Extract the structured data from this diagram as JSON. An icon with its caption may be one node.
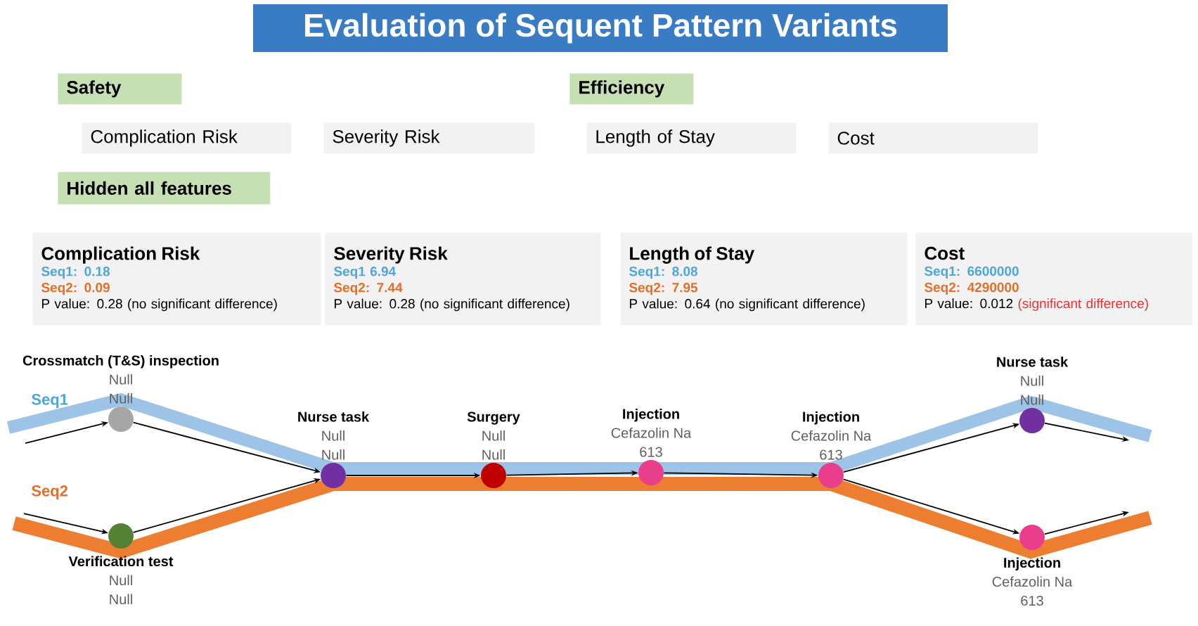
{
  "diagram": {
    "title": "Evaluation of Sequent Pattern Variants",
    "nodes": [
      {
        "text": [
          "Safety"
        ]
      },
      {
        "text": [
          "Efficiency"
        ]
      },
      {
        "text": [
          "Complication Risk"
        ]
      },
      {
        "text": [
          "Severity Risk"
        ]
      },
      {
        "text": [
          "Length of Stay"
        ]
      },
      {
        "text": [
          "Cost"
        ]
      },
      {
        "text": [
          "Hidden all features"
        ]
      },
      {
        "text": [
          "Complication Risk",
          "Seq1: 0.18",
          "Seq2: 0.09",
          "P value: 0.28",
          "(no significant difference)"
        ]
      },
      {
        "text": [
          "Severity Risk",
          "Seq1 6.94",
          "Seq2: 7.44",
          "P value: 0.28",
          "(no significant difference)"
        ]
      },
      {
        "text": [
          "Length of Stay",
          "Seq1: 8.08",
          "Seq2: 7.95",
          "P value: 0.64",
          "(no significant difference)"
        ]
      },
      {
        "text": [
          "Cost",
          "Seq1: 6600000",
          "Seq2: 4290000",
          "P value: 0.012",
          "(significant difference)"
        ]
      },
      {
        "text": [],
        "shape": "circle",
        "beside": [
          "Crossmatch (T&S) inspection",
          "Null",
          "Null"
        ]
      },
      {
        "text": [],
        "shape": "circle",
        "beside": [
          "Verification test",
          "Null",
          "Null"
        ]
      },
      {
        "text": [],
        "shape": "circle",
        "beside": [
          "Nurse task",
          "Null",
          "Null"
        ]
      },
      {
        "text": [],
        "shape": "circle",
        "beside": [
          "Surgery",
          "Null",
          "Null"
        ]
      },
      {
        "text": [],
        "shape": "circle",
        "beside": [
          "Injection",
          "Cefazolin Na",
          "613"
        ]
      },
      {
        "text": [],
        "shape": "circle",
        "beside": [
          "Injection",
          "Cefazolin Na",
          "613"
        ]
      },
      {
        "text": [],
        "shape": "circle",
        "beside": [
          "Nurse task",
          "Null",
          "Null"
        ]
      },
      {
        "text": [],
        "shape": "circle",
        "beside": [
          "Injection",
          "Cefazolin Na",
          "613"
        ]
      }
    ],
    "edges": [
      {
        "from": null,
        "to": 11,
        "arrow": "to"
      },
      {
        "from": null,
        "to": 12,
        "arrow": "to"
      },
      {
        "from": 11,
        "to": 13,
        "arrow": "to"
      },
      {
        "from": 12,
        "to": 13,
        "arrow": "to"
      },
      {
        "from": 13,
        "to": 14,
        "arrow": "to"
      },
      {
        "from": 14,
        "to": 15,
        "arrow": "to"
      },
      {
        "from": 15,
        "to": 16,
        "arrow": "to"
      },
      {
        "from": 16,
        "to": 17,
        "arrow": "to"
      },
      {
        "from": 16,
        "to": 18,
        "arrow": "to"
      },
      {
        "from": 17,
        "to": null,
        "arrow": "to"
      },
      {
        "from": 18,
        "to": null,
        "arrow": "to"
      }
    ],
    "labels": [
      "Seq1",
      "Seq2"
    ]
  }
}
